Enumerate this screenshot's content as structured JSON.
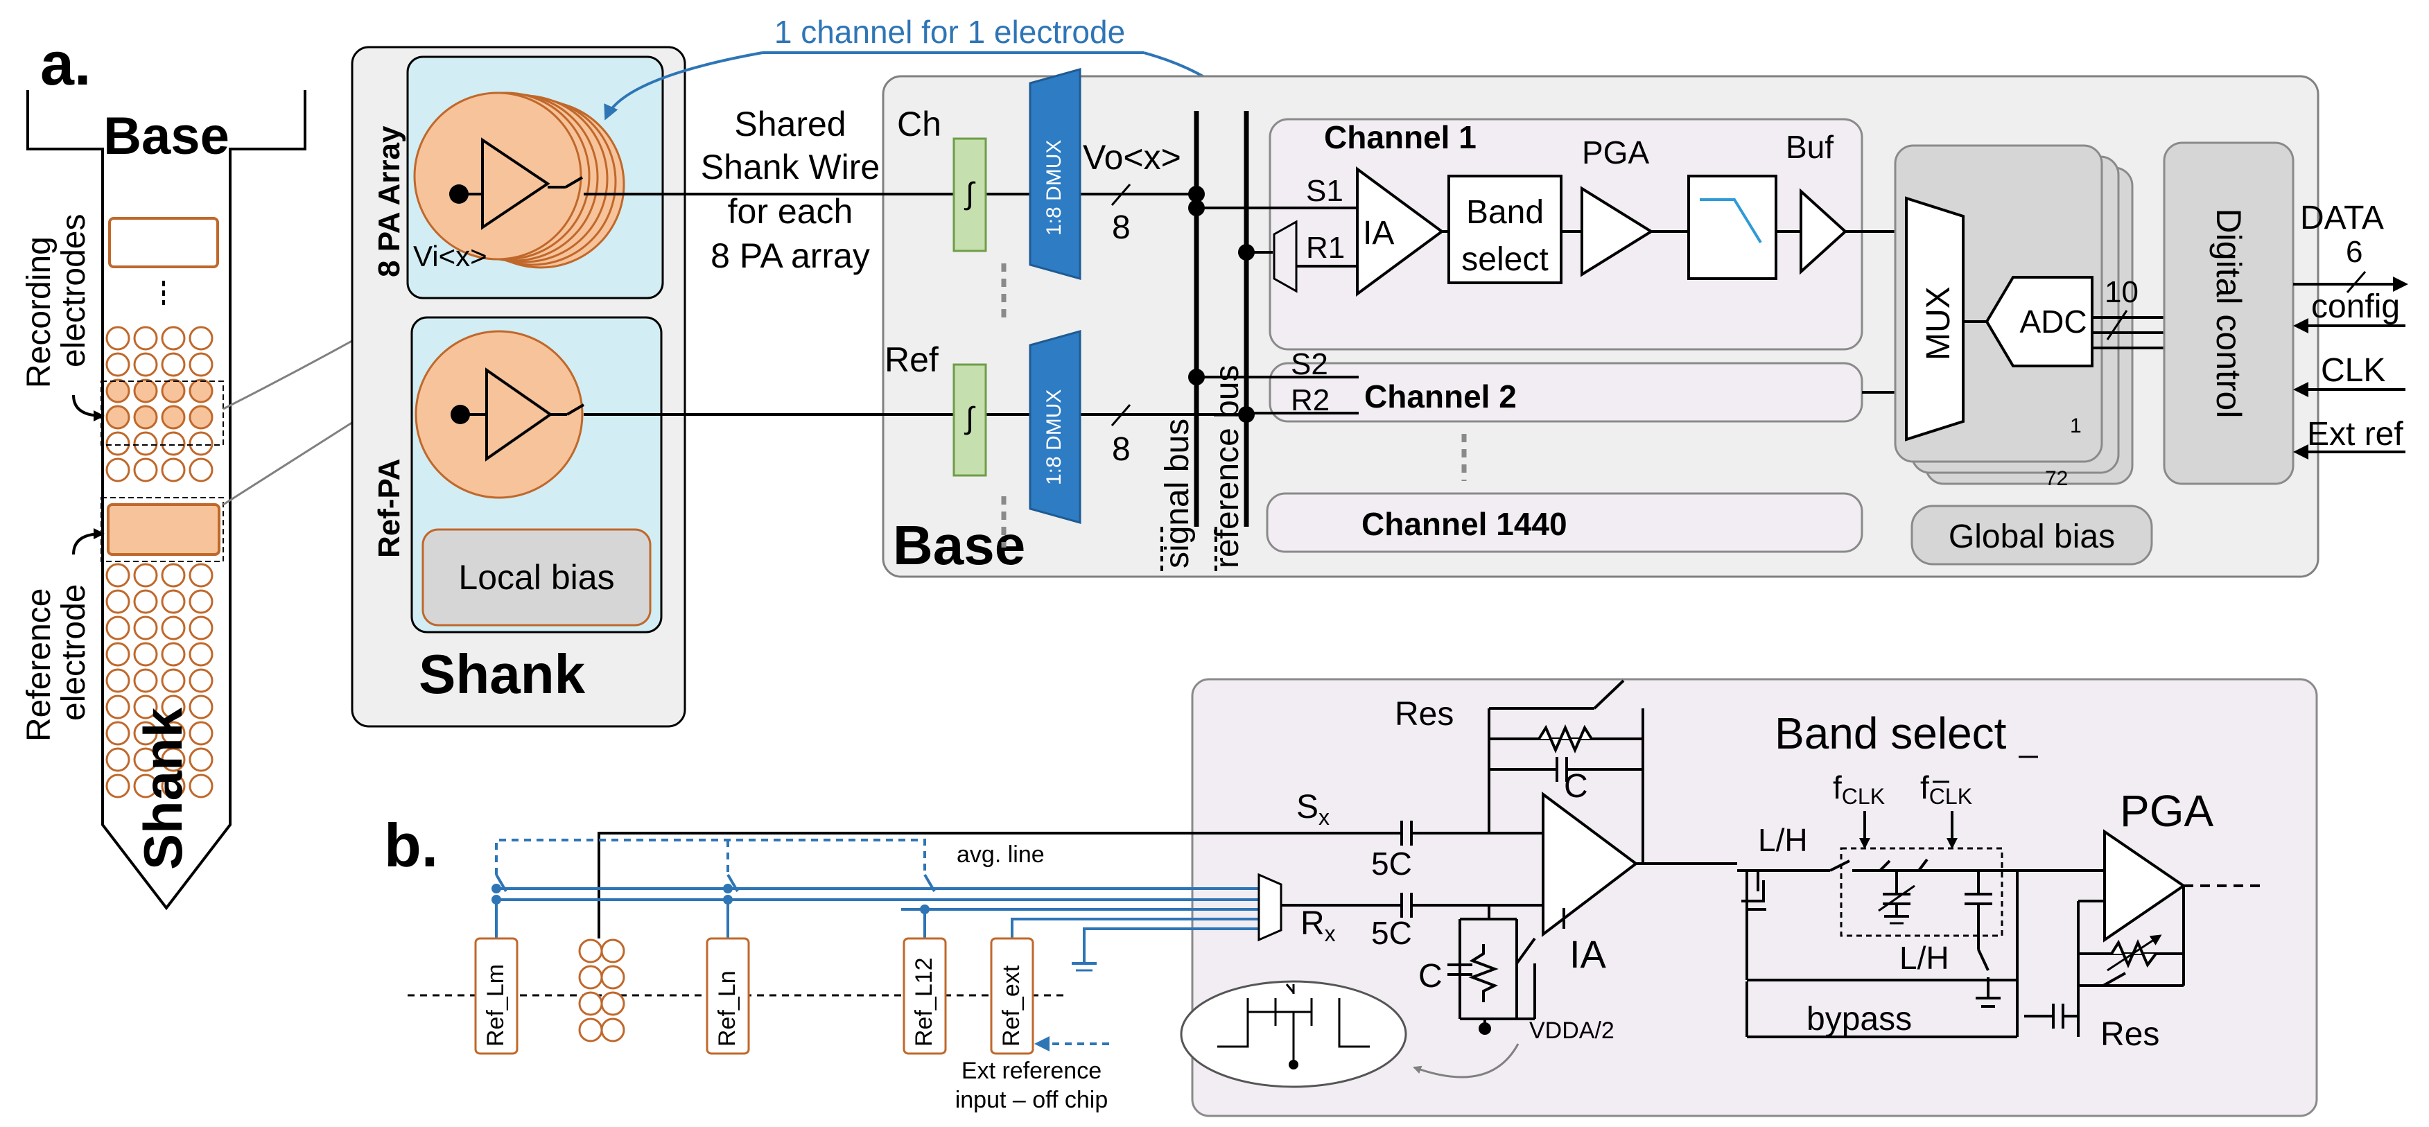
{
  "panel_a": {
    "label": "a.",
    "probe": {
      "base": "Base",
      "shank": "Shank",
      "recording_label": [
        "Recording",
        "electrodes"
      ],
      "reference_label": [
        "Reference",
        "electrode"
      ]
    },
    "shank_box": {
      "title": "Shank",
      "pa_array": "8 PA Array",
      "vi": "Vi<x>",
      "ref_pa": "Ref-PA",
      "local_bias": "Local bias"
    },
    "shared_wire": [
      "Shared",
      "Shank Wire",
      "for each",
      "8 PA array"
    ],
    "channel_link": "1 channel for 1 electrode",
    "base_box": {
      "title": "Base",
      "ch": "Ch",
      "ref": "Ref",
      "integ": "∫",
      "dmux": "1:8 DMUX",
      "vo": "Vo<x>",
      "bus_width": "8",
      "signal_bus": "signal bus",
      "reference_bus": "reference bus",
      "channel1": "Channel 1",
      "s1": "S1",
      "r1": "R1",
      "ia": "IA",
      "band_select": [
        "Band",
        "select"
      ],
      "pga": "PGA",
      "buf": "Buf",
      "s2": "S2",
      "r2": "R2",
      "channel2": "Channel 2",
      "channel1440": "Channel 1440",
      "mux": "MUX",
      "adc": "ADC",
      "adc_bits": "10",
      "stack_front": "1",
      "stack_back": "72",
      "global_bias": "Global bias",
      "digital_control": "Digital control",
      "data": "DATA",
      "data_bits": "6",
      "config": "config",
      "clk": "CLK",
      "ext_ref": "Ext ref"
    }
  },
  "panel_b": {
    "label": "b.",
    "avg_line": "avg. line",
    "refs": [
      "Ref_Lm",
      "Ref_Ln",
      "Ref_L12",
      "Ref_ext"
    ],
    "ext_note": [
      "Ext reference",
      "input – off chip"
    ],
    "res": "Res",
    "c": "C",
    "sx": "S",
    "sx_sub": "x",
    "rx": "R",
    "rx_sub": "x",
    "c5": "5C",
    "ia": "IA",
    "vdda": "VDDA/2",
    "band_select": "Band select",
    "fclk": "f",
    "fclk_sub": "CLK",
    "lh": "L/H",
    "bypass": "bypass",
    "pga": "PGA",
    "res2": "Res"
  },
  "colors": {
    "pa_bg": "#d2edf3",
    "pa_circle": "#f7c39a",
    "electrode": "#c0682b",
    "electrode_fill": "#f7c39a",
    "integ_fill": "#c6dfae",
    "dmux_fill": "#2e7cc4",
    "blue_line": "#2e75b6",
    "gray_panel": "#efefef",
    "channel_panel": "#f1edf3",
    "dark_gray": "#d6d6d6"
  }
}
